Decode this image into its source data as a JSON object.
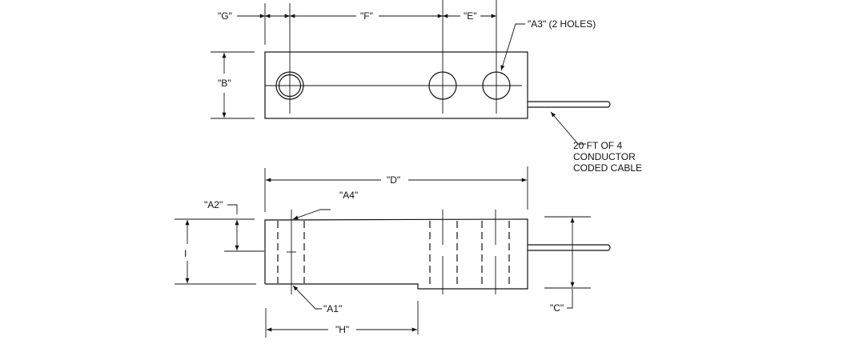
{
  "drawing": {
    "top_view": {
      "dim_g": "\"G\"",
      "dim_f": "\"F\"",
      "dim_e": "\"E\"",
      "dim_b": "\"B\"",
      "hole_note": "\"A3\" (2 HOLES)",
      "cable_note": [
        "20 FT OF  4",
        "CONDUCTOR",
        "CODED CABLE"
      ]
    },
    "side_view": {
      "dim_d": "\"D\"",
      "dim_a2": "\"A2\"",
      "dim_a4": "\"A4\"",
      "dim_i": "I",
      "dim_a1": "\"A1\"",
      "dim_h": "\"H\"",
      "dim_c": "\"C\""
    }
  }
}
